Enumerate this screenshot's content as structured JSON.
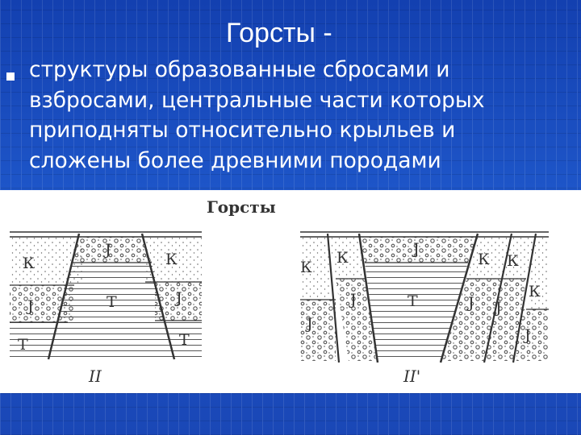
{
  "slide": {
    "title": "Горсты -",
    "lines": [
      "структуры образованные сбросами и",
      "взбросами, центральные части которых",
      "приподняты относительно крыльев и",
      "сложены более древними породами"
    ]
  },
  "figure": {
    "title": "Горсты",
    "left": {
      "caption": "II",
      "labels": [
        "К",
        "J",
        "К",
        "J",
        "Т",
        "J",
        "Т",
        "Т"
      ]
    },
    "right": {
      "caption": "II'",
      "labels": [
        "К",
        "К",
        "J",
        "К",
        "К",
        "J",
        "Т",
        "J",
        "J",
        "К",
        "J",
        "J"
      ]
    }
  },
  "colors": {
    "background": "#1e4db8",
    "text": "#ffffff",
    "diagram_line": "#333333"
  }
}
